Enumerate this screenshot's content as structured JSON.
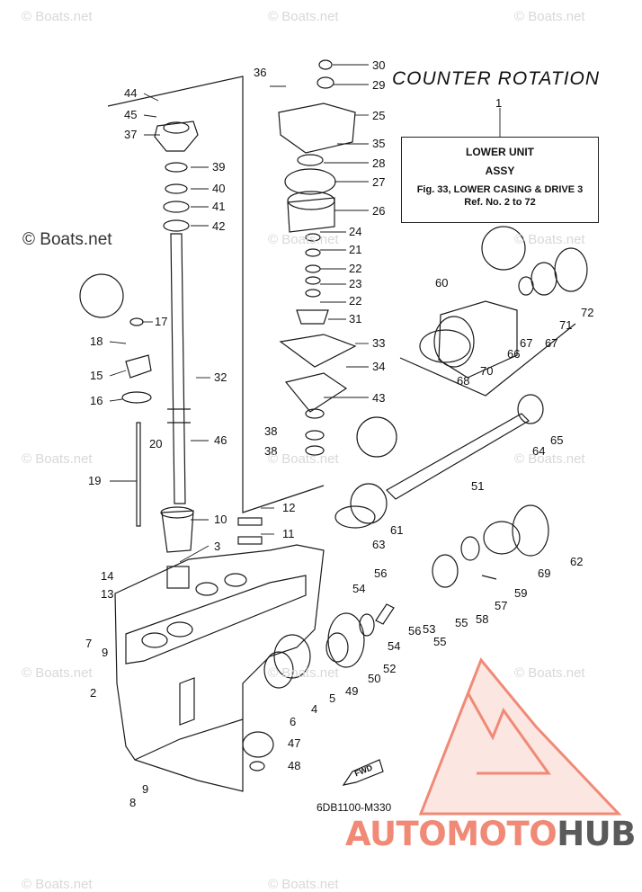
{
  "watermarks": [
    "© Boats.net",
    "© Boats.net",
    "© Boats.net",
    "© Boats.net",
    "© Boats.net",
    "© Boats.net",
    "© Boats.net",
    "© Boats.net",
    "© Boats.net",
    "© Boats.net",
    "© Boats.net",
    "© Boats.net",
    "© Boats.net"
  ],
  "watermark_left": "© Boats.net",
  "title": "COUNTER ROTATION",
  "ref_number": "1",
  "ref_box": {
    "line1": "LOWER UNIT",
    "line2": "ASSY",
    "line3": "Fig. 33, LOWER CASING & DRIVE 3",
    "line4": "Ref. No. 2 to 72"
  },
  "diagram_code": "6DB1100-M330",
  "fwd_label": "FWD",
  "brand": {
    "part1": "AUTOMOTO",
    "part2": "HUB",
    "color1": "#f08a77",
    "color2": "#5a5a5a"
  },
  "part_numbers": [
    "44",
    "45",
    "37",
    "39",
    "40",
    "41",
    "42",
    "17",
    "18",
    "15",
    "16",
    "20",
    "19",
    "32",
    "46",
    "10",
    "3",
    "14",
    "13",
    "7",
    "9",
    "2",
    "9",
    "8",
    "36",
    "30",
    "29",
    "25",
    "35",
    "28",
    "27",
    "26",
    "24",
    "21",
    "22",
    "23",
    "22",
    "31",
    "33",
    "34",
    "43",
    "38",
    "38",
    "12",
    "11",
    "60",
    "68",
    "70",
    "66",
    "67",
    "67",
    "71",
    "72",
    "64",
    "65",
    "51",
    "61",
    "63",
    "62",
    "69",
    "59",
    "57",
    "58",
    "55",
    "55",
    "53",
    "56",
    "56",
    "54",
    "54",
    "52",
    "50",
    "49",
    "5",
    "4",
    "6",
    "47",
    "48"
  ]
}
